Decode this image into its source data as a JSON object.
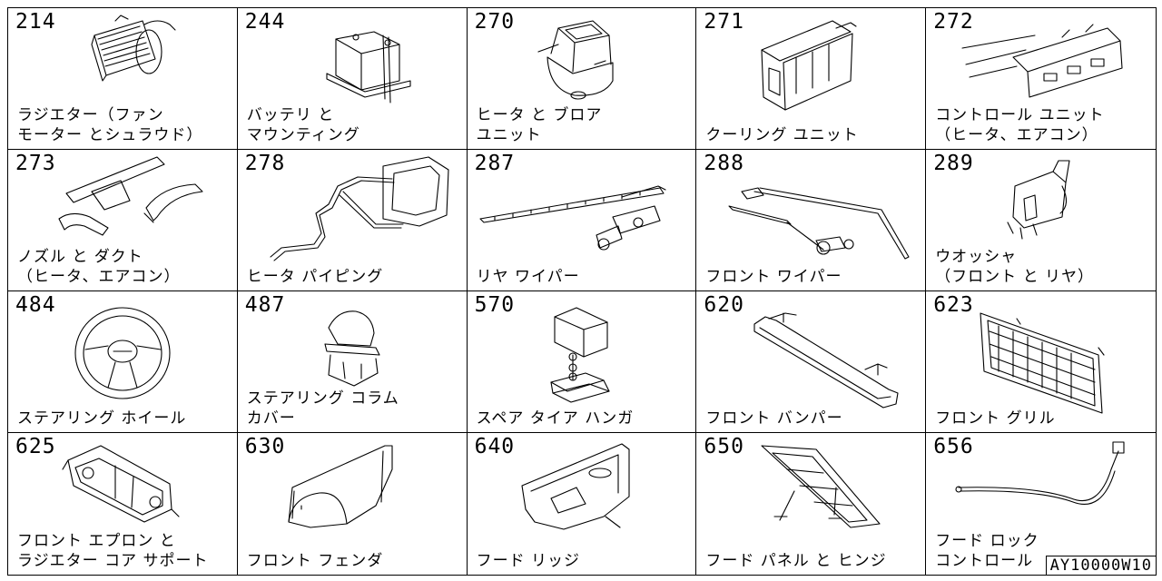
{
  "parts": [
    {
      "code": "214",
      "label": "ラジエター（ファン\nモーター とシュラウド）",
      "icon": "radiator-icon"
    },
    {
      "code": "244",
      "label": "バッテリ と\nマウンティング",
      "icon": "battery-icon"
    },
    {
      "code": "270",
      "label": "ヒータ と ブロア\nユニット",
      "icon": "heater-blower-icon"
    },
    {
      "code": "271",
      "label": "クーリング ユニット",
      "icon": "cooling-unit-icon"
    },
    {
      "code": "272",
      "label": "コントロール ユニット\n（ヒータ、エアコン）",
      "icon": "control-unit-icon"
    },
    {
      "code": "273",
      "label": "ノズル と ダクト\n（ヒータ、エアコン）",
      "icon": "nozzle-duct-icon"
    },
    {
      "code": "278",
      "label": "ヒータ パイピング",
      "icon": "heater-piping-icon"
    },
    {
      "code": "287",
      "label": "リヤ ワイパー",
      "icon": "rear-wiper-icon"
    },
    {
      "code": "288",
      "label": "フロント ワイパー",
      "icon": "front-wiper-icon"
    },
    {
      "code": "289",
      "label": "ウオッシャ\n（フロント と リヤ）",
      "icon": "washer-icon"
    },
    {
      "code": "484",
      "label": "ステアリング ホイール",
      "icon": "steering-wheel-icon"
    },
    {
      "code": "487",
      "label": "ステアリング コラム\nカバー",
      "icon": "column-cover-icon"
    },
    {
      "code": "570",
      "label": "スペア タイア ハンガ",
      "icon": "spare-tire-hanger-icon"
    },
    {
      "code": "620",
      "label": "フロント バンパー",
      "icon": "front-bumper-icon"
    },
    {
      "code": "623",
      "label": "フロント グリル",
      "icon": "front-grille-icon"
    },
    {
      "code": "625",
      "label": "フロント エプロン と\nラジエター コア サポート",
      "icon": "front-apron-icon"
    },
    {
      "code": "630",
      "label": "フロント フェンダ",
      "icon": "front-fender-icon"
    },
    {
      "code": "640",
      "label": "フード リッジ",
      "icon": "hood-ridge-icon"
    },
    {
      "code": "650",
      "label": "フード パネル と ヒンジ",
      "icon": "hood-panel-icon"
    },
    {
      "code": "656",
      "label": "フード ロック\nコントロール",
      "icon": "hood-lock-icon"
    }
  ],
  "diagram_ref": "AY10000W10"
}
